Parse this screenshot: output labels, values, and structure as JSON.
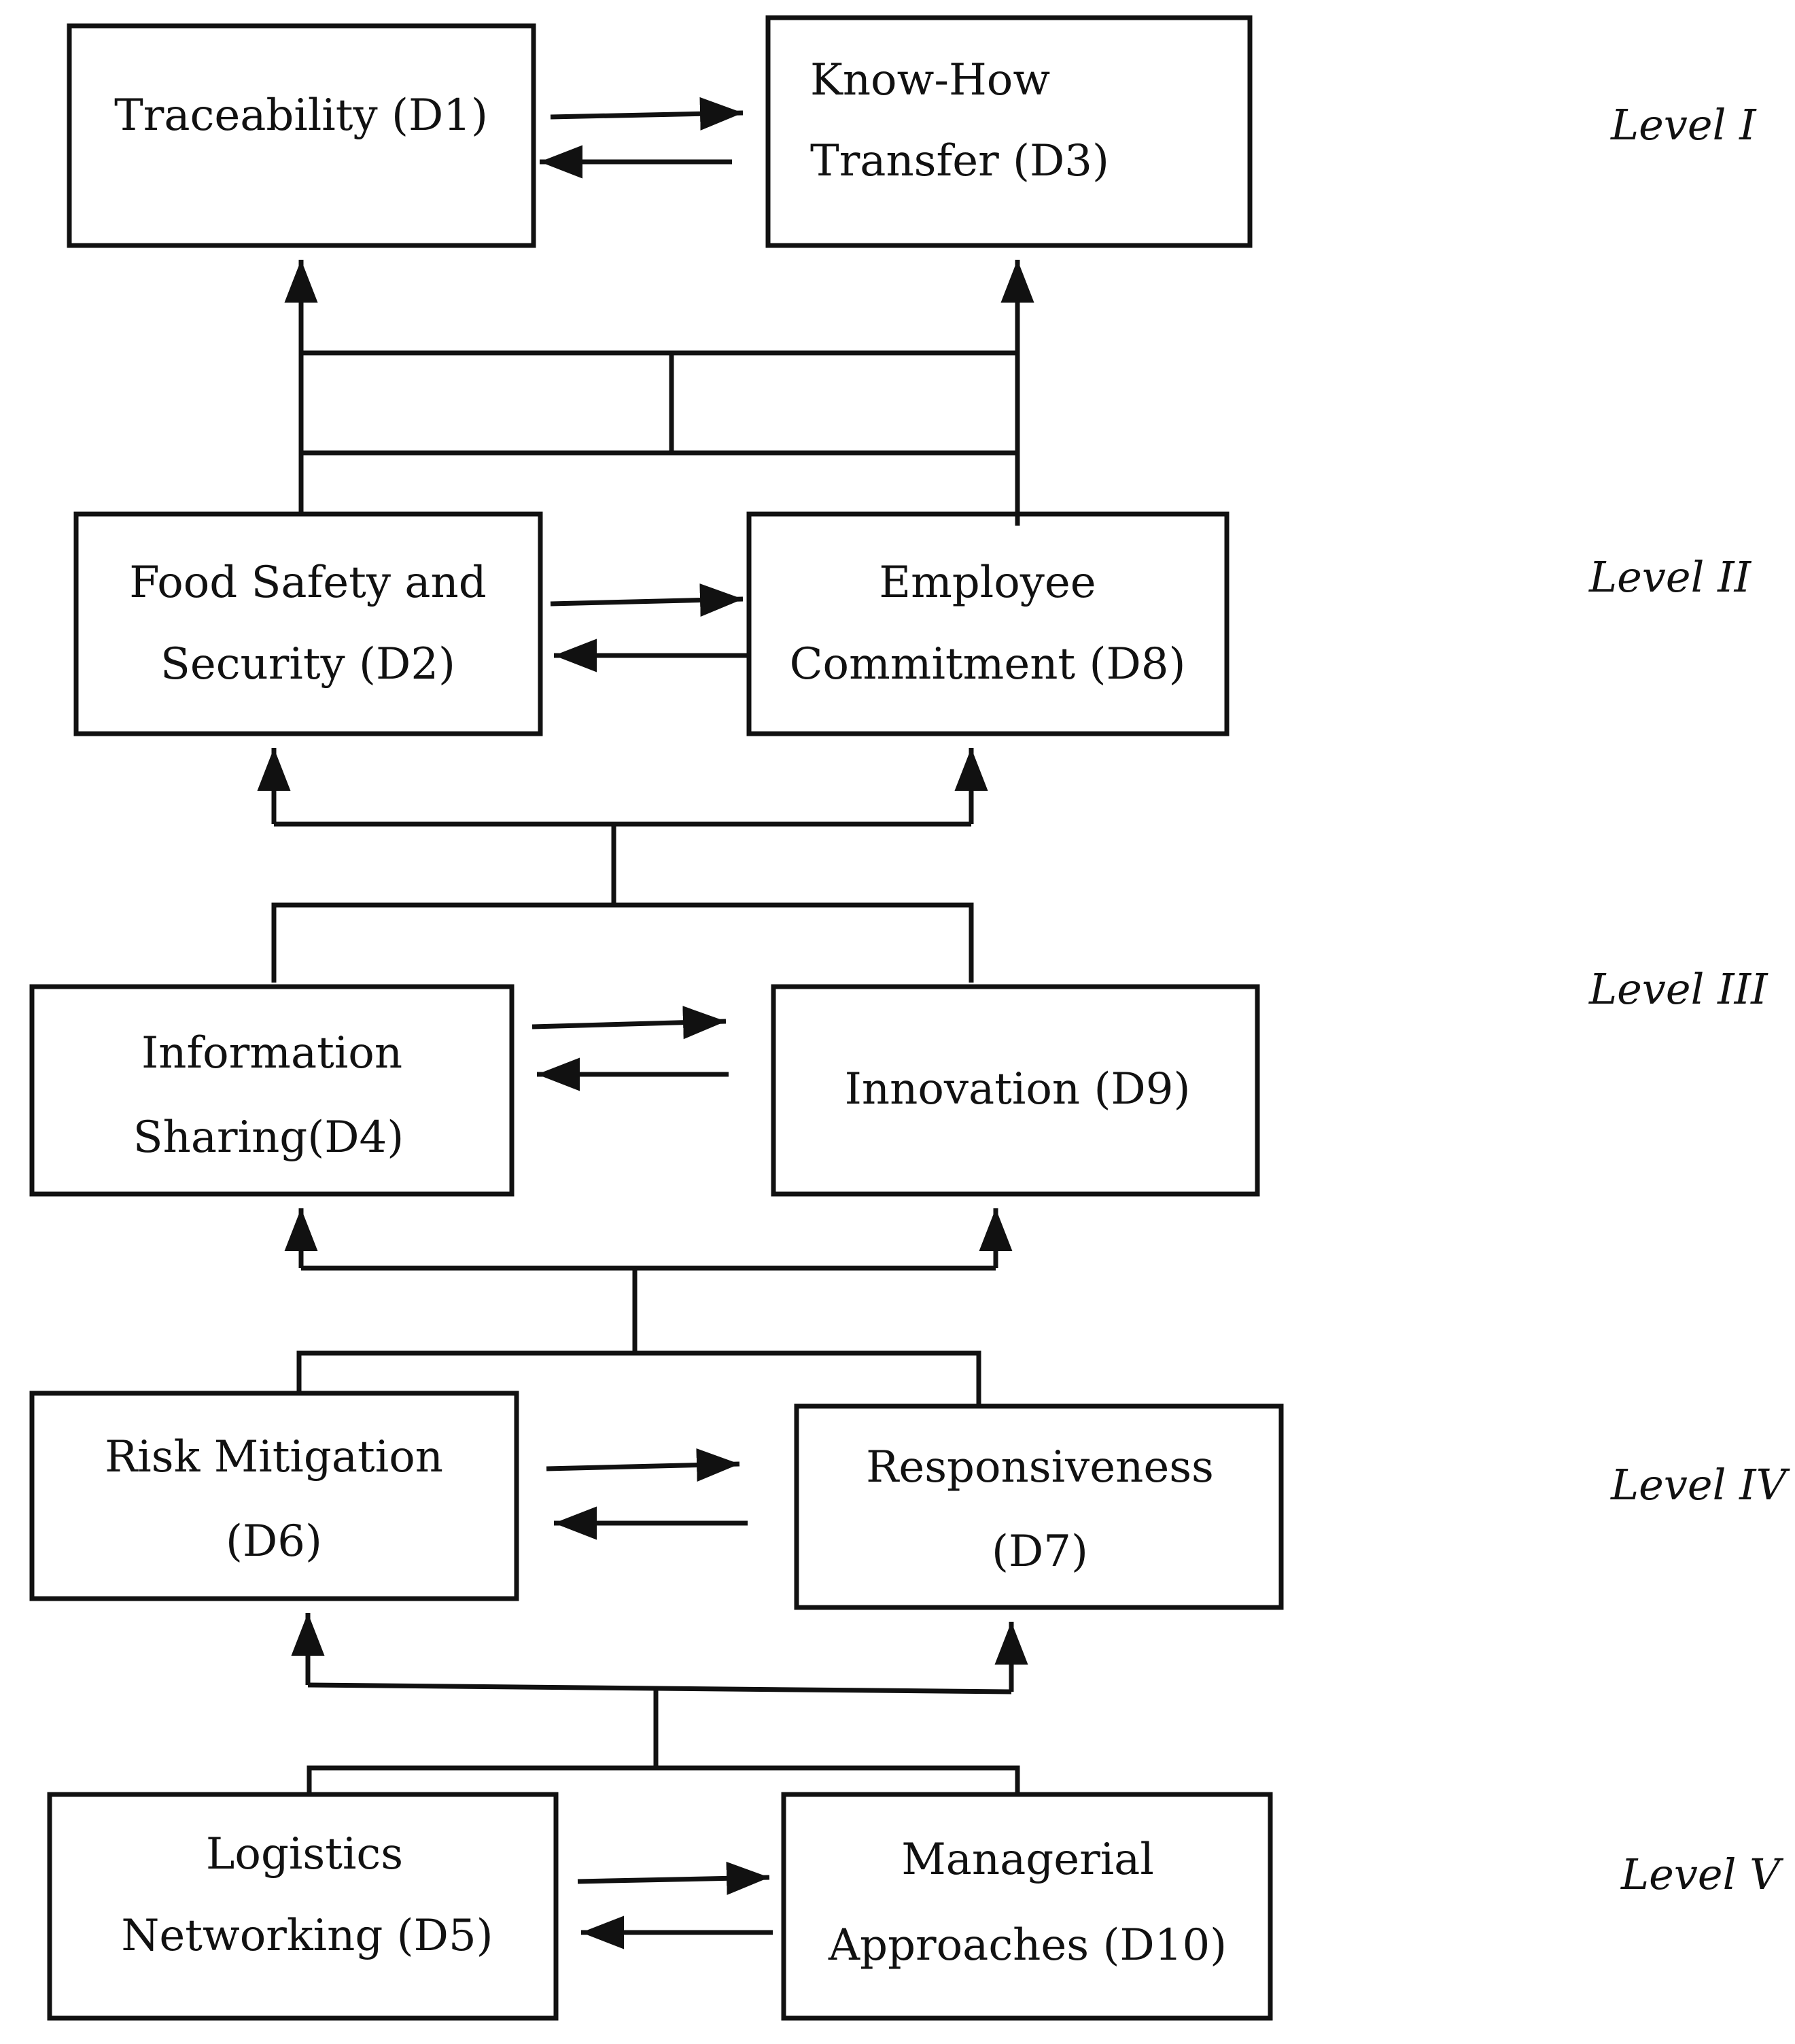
{
  "levels": {
    "l1": "Level I",
    "l2": "Level II",
    "l3": "Level III",
    "l4": "Level IV",
    "l5": "Level V"
  },
  "nodes": {
    "d1": {
      "line1": "Traceability (D1)"
    },
    "d3": {
      "line1": "Know-How",
      "line2": "Transfer (D3)"
    },
    "d2": {
      "line1": "Food Safety and",
      "line2": "Security (D2)"
    },
    "d8": {
      "line1": "Employee",
      "line2": "Commitment (D8)"
    },
    "d4": {
      "line1": "Information",
      "line2": "Sharing(D4)"
    },
    "d9": {
      "line1": "Innovation (D9)"
    },
    "d6": {
      "line1": "Risk Mitigation",
      "line2": "(D6)"
    },
    "d7": {
      "line1": "Responsiveness",
      "line2": "(D7)"
    },
    "d5": {
      "line1": "Logistics",
      "line2": "Networking (D5)"
    },
    "d10": {
      "line1": "Managerial",
      "line2": "Approaches (D10)"
    }
  },
  "colors": {
    "ink": "#111111",
    "background": "#ffffff"
  }
}
